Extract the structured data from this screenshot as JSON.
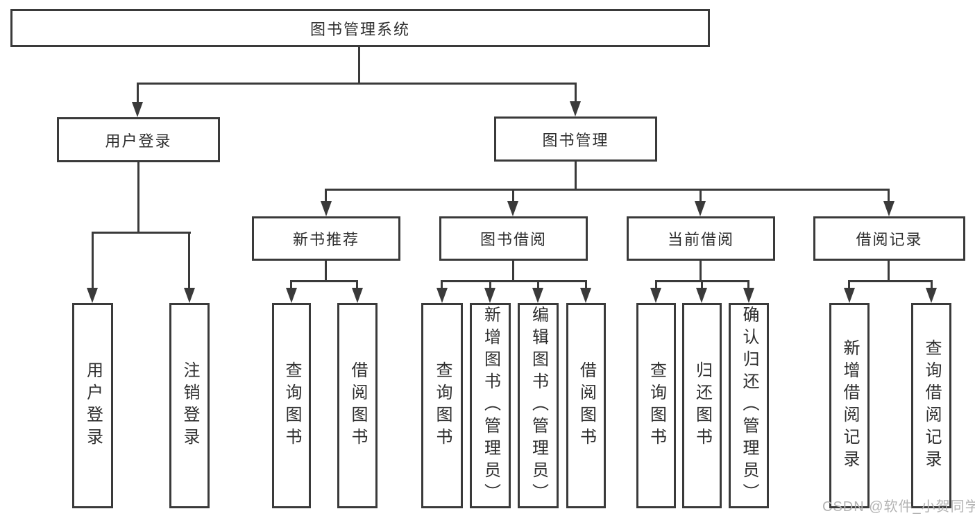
{
  "diagram": {
    "type": "hierarchy-tree",
    "line_color": "#3a3a3a",
    "box_background": "#ffffff",
    "text_color": "#2e2e2e",
    "watermark": {
      "text": "CSDN @软件_小贺同学",
      "color": "#b3b3b3"
    }
  },
  "tree": {
    "label": "图书管理系统",
    "children": [
      {
        "label": "用户登录",
        "children": [
          {
            "label": "用户登录"
          },
          {
            "label": "注销登录"
          }
        ]
      },
      {
        "label": "图书管理",
        "children": [
          {
            "label": "新书推荐",
            "children": [
              {
                "label": "查询图书"
              },
              {
                "label": "借阅图书"
              }
            ]
          },
          {
            "label": "图书借阅",
            "children": [
              {
                "label": "查询图书"
              },
              {
                "label": "新增图书（管理员）"
              },
              {
                "label": "编辑图书（管理员）"
              },
              {
                "label": "借阅图书"
              }
            ]
          },
          {
            "label": "当前借阅",
            "children": [
              {
                "label": "查询图书"
              },
              {
                "label": "归还图书"
              },
              {
                "label": "确认归还（管理员）"
              }
            ]
          },
          {
            "label": "借阅记录",
            "children": [
              {
                "label": "新增借阅记录"
              },
              {
                "label": "查询借阅记录"
              }
            ]
          }
        ]
      }
    ]
  }
}
